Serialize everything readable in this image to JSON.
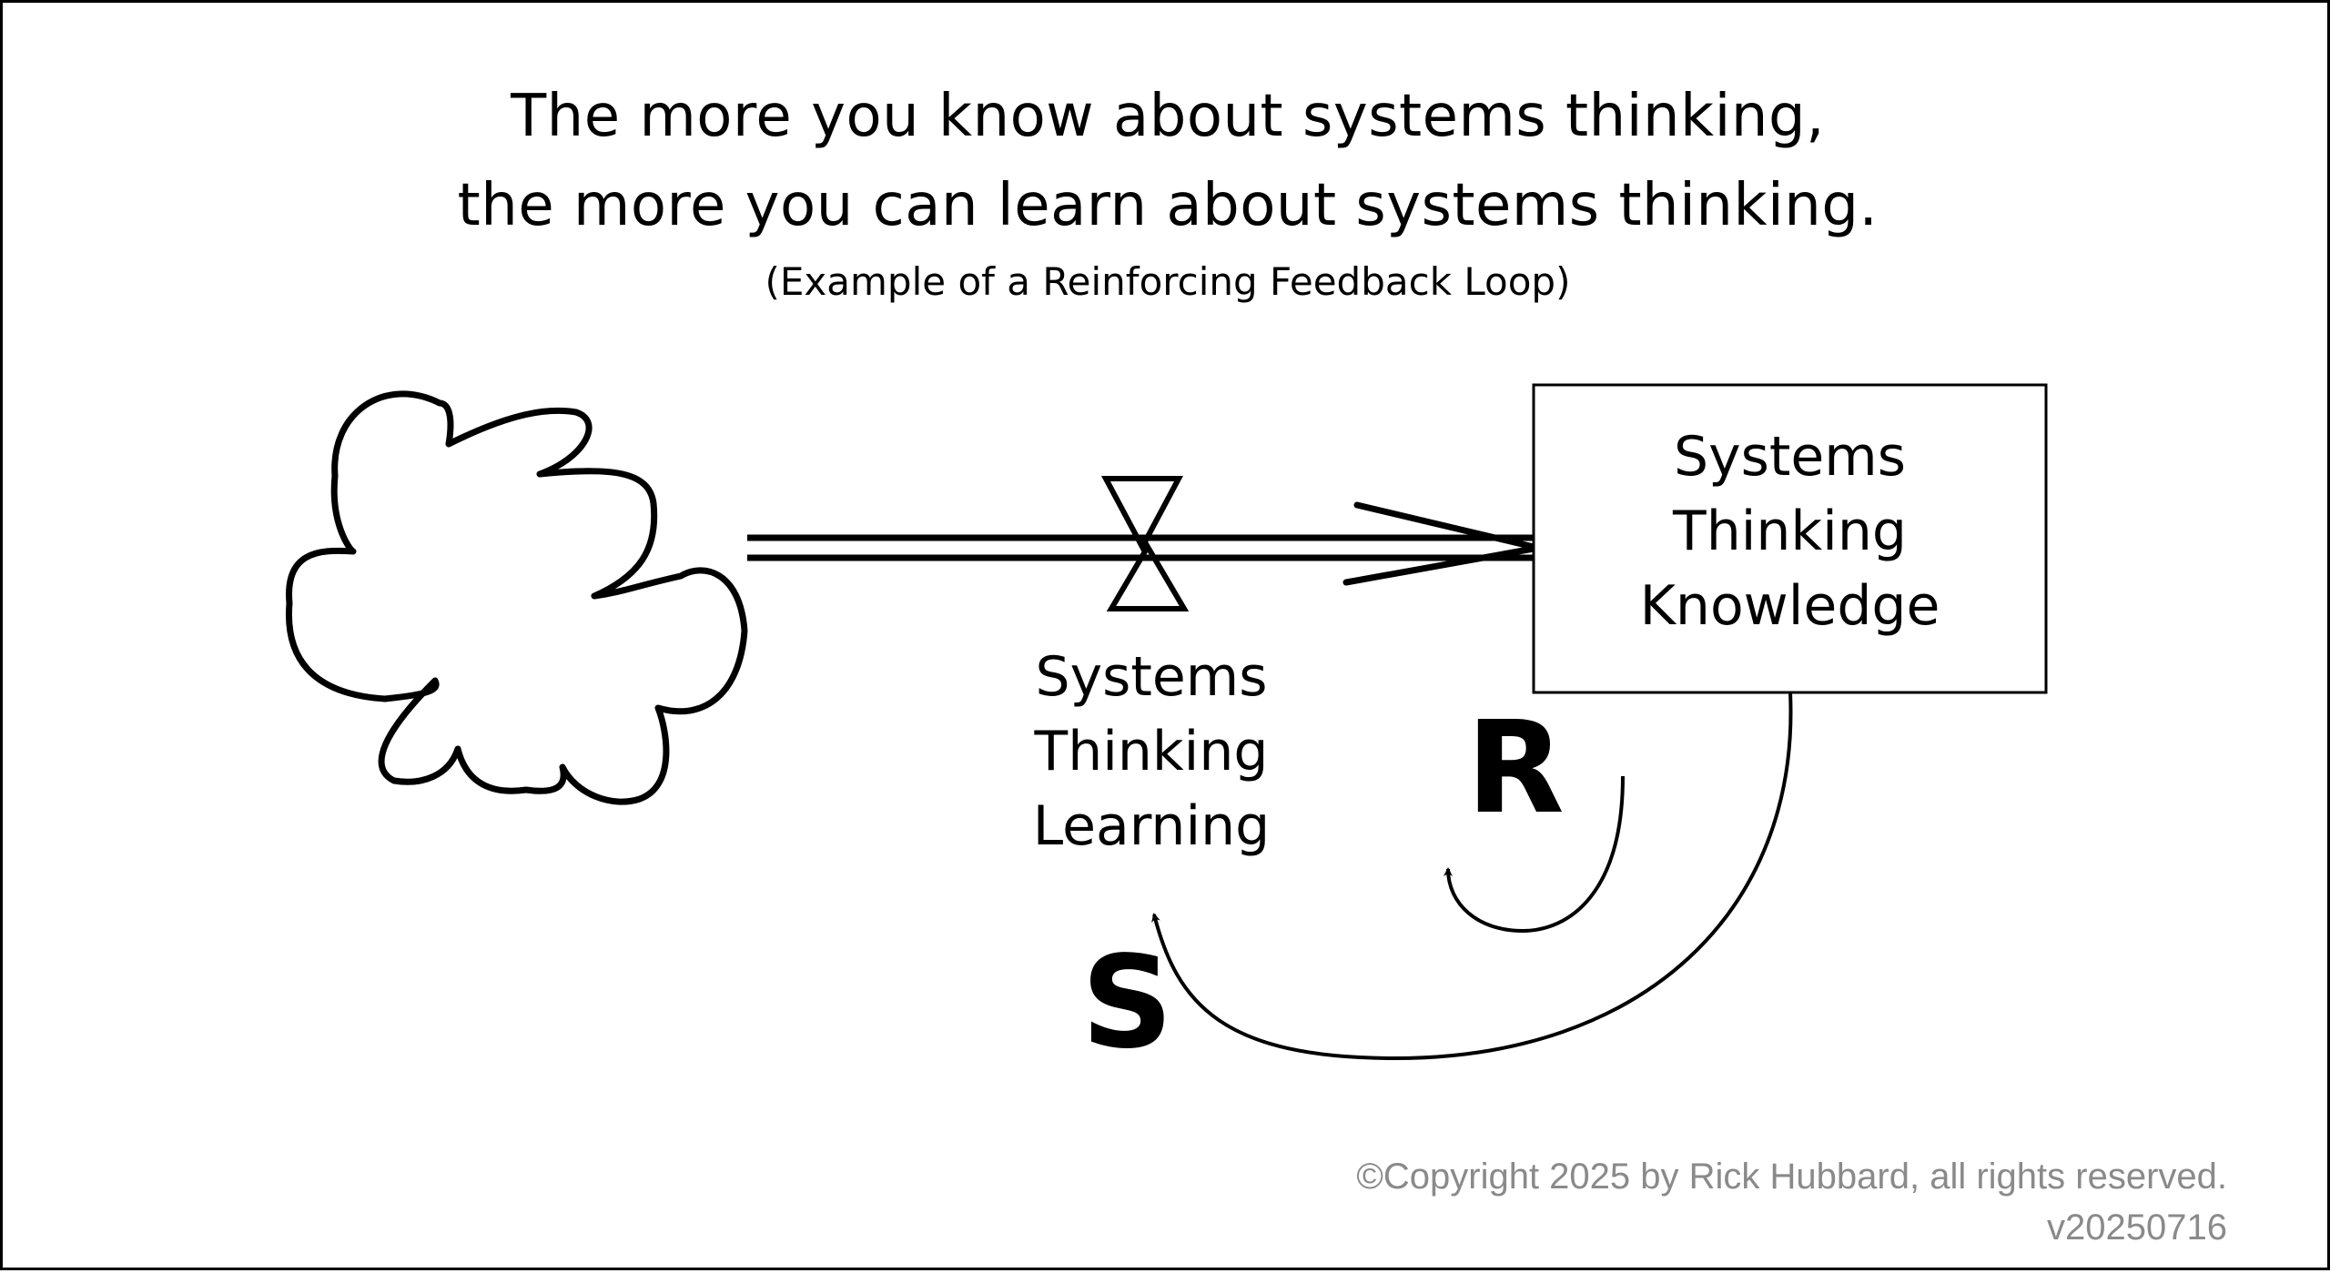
{
  "title": {
    "line1": "The more you know about systems thinking,",
    "line2": "the more you can learn about systems thinking.",
    "subtitle": "(Example of a Reinforcing Feedback Loop)"
  },
  "stock": {
    "label_lines": [
      "Systems",
      "Thinking",
      "Knowledge"
    ]
  },
  "flow": {
    "label_lines": [
      "Systems",
      "Thinking",
      "Learning"
    ]
  },
  "loop": {
    "reinforcing_letter": "R",
    "link_polarity_letter": "S"
  },
  "footer": {
    "copyright": "©Copyright 2025 by Rick Hubbard, all rights reserved.",
    "version": "v20250716"
  },
  "colors": {
    "ink": "#000000",
    "copyright": "#8a8a8a",
    "background": "#ffffff"
  },
  "icons": [
    "cloud-source-icon",
    "flow-valve-icon",
    "flow-arrowhead-icon"
  ]
}
